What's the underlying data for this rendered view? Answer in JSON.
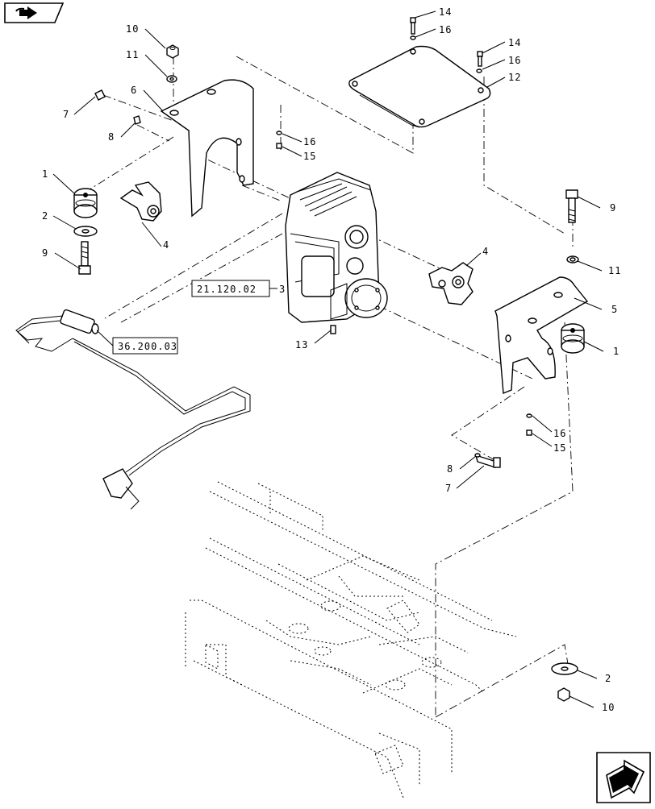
{
  "icons": {
    "top_left": "book-arrow-icon",
    "bottom_right": "next-page-arrow-icon"
  },
  "refs": {
    "r1": "21.120.02",
    "r2": "36.200.03"
  },
  "callouts": {
    "c10a": "10",
    "c11a": "11",
    "c7a": "7",
    "c6": "6",
    "c8a": "8",
    "c1a": "1",
    "c2a": "2",
    "c9a": "9",
    "c4a": "4",
    "c3": "3",
    "c14a": "14",
    "c16a": "16",
    "c14b": "14",
    "c16b": "16",
    "c12": "12",
    "c16c": "16",
    "c15a": "15",
    "c9b": "9",
    "c11b": "11",
    "c5": "5",
    "c1b": "1",
    "c4b": "4",
    "c13": "13",
    "c16d": "16",
    "c15b": "15",
    "c8b": "8",
    "c7b": "7",
    "c2b": "2",
    "c10b": "10"
  }
}
